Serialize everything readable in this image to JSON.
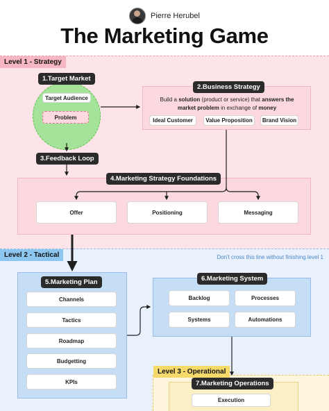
{
  "author": {
    "name": "Pierre Herubel"
  },
  "title": "The Marketing Game",
  "levels": {
    "strategy": "Level 1 - Strategy",
    "tactical": "Level 2 - Tactical",
    "operational": "Level 3 - Operational"
  },
  "note": "Don't cross this line without finishing level 1",
  "target_market": {
    "title": "1.Target Market",
    "items": [
      "Target Audience",
      "Problem"
    ]
  },
  "business_strategy": {
    "title": "2.Business Strategy",
    "desc_1": "Build a",
    "desc_2": "solution",
    "desc_3": "(product or service) that",
    "desc_4": "answers the",
    "desc_5": "market problem",
    "desc_6": "in exchange of",
    "desc_7": "money",
    "items": [
      "Ideal Customer",
      "Value Proposition",
      "Brand Vision"
    ]
  },
  "feedback_loop": {
    "title": "3.Feedback Loop"
  },
  "foundations": {
    "title": "4.Marketing Strategy Foundations",
    "items": [
      "Offer",
      "Positioning",
      "Messaging"
    ]
  },
  "marketing_plan": {
    "title": "5.Marketing Plan",
    "items": [
      "Channels",
      "Tactics",
      "Roadmap",
      "Budgetting",
      "KPIs"
    ]
  },
  "marketing_system": {
    "title": "6.Marketing System",
    "items": [
      "Backlog",
      "Processes",
      "Systems",
      "Automations"
    ]
  },
  "marketing_operations": {
    "title": "7.Marketing Operations",
    "items": [
      "Execution"
    ]
  },
  "colors": {
    "strategy": "#fde4e8",
    "tactical": "#e8f1fc",
    "operational": "#fdf5dc",
    "target_circle": "#a6e39a"
  }
}
